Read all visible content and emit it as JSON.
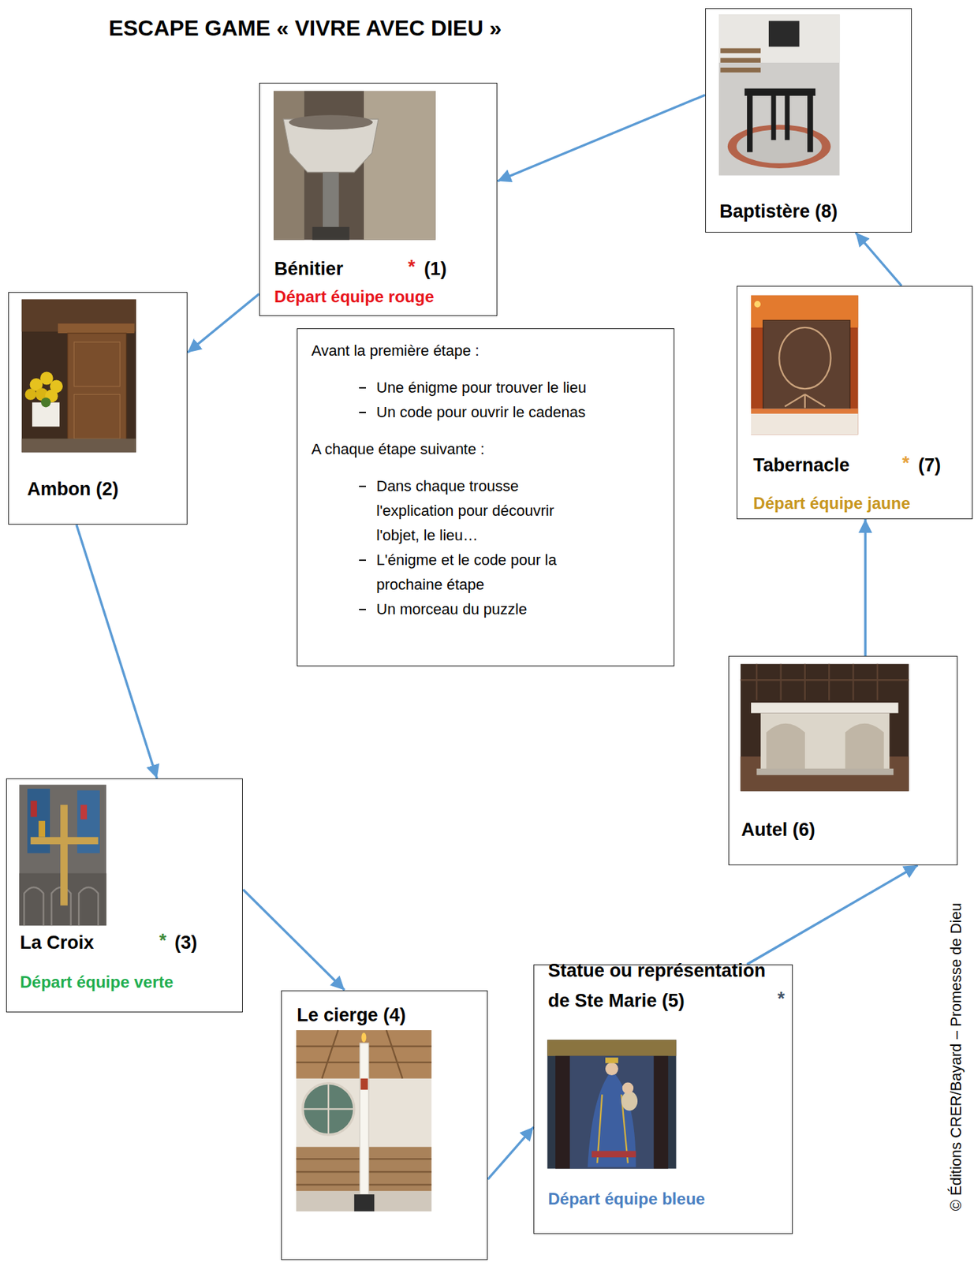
{
  "diagram": {
    "title": "ESCAPE GAME « VIVRE AVEC DIEU »",
    "nodes": [
      {
        "text": [
          "Bénitier",
          "*",
          "(1)",
          "Départ équipe rouge"
        ]
      },
      {
        "text": [
          "Ambon (2)"
        ]
      },
      {
        "text": [
          "La Croix",
          "*",
          "(3)",
          "Départ équipe verte"
        ]
      },
      {
        "text": [
          "Le cierge (4)"
        ]
      },
      {
        "text": [
          "Statue ou représentation de Ste Marie (5)",
          "*",
          "Départ équipe bleue"
        ]
      },
      {
        "text": [
          "Autel (6)"
        ]
      },
      {
        "text": [
          "Tabernacle",
          "*",
          "(7)",
          "Départ équipe jaune"
        ]
      },
      {
        "text": [
          "Baptistère (8)"
        ]
      },
      {
        "text": [
          "Avant la première étape :",
          "Une énigme pour trouver le lieu",
          "Un code pour ouvrir le cadenas",
          "A chaque étape suivante :",
          "Dans chaque trousse l'explication pour découvrir l'objet, le lieu…",
          "L'énigme et le code pour la prochaine étape",
          "Un morceau du puzzle"
        ]
      }
    ],
    "edges": [
      {
        "from": 0,
        "to": 1,
        "arrow": "to"
      },
      {
        "from": 1,
        "to": 2,
        "arrow": "to"
      },
      {
        "from": 2,
        "to": 3,
        "arrow": "to"
      },
      {
        "from": 3,
        "to": 4,
        "arrow": "to"
      },
      {
        "from": 4,
        "to": 5,
        "arrow": "to"
      },
      {
        "from": 5,
        "to": 6,
        "arrow": "to"
      },
      {
        "from": 6,
        "to": 7,
        "arrow": "to"
      },
      {
        "from": 7,
        "to": 0,
        "arrow": "to"
      }
    ],
    "labels": [
      "© Éditions CRER/Bayard – Promesse de Dieu"
    ]
  }
}
